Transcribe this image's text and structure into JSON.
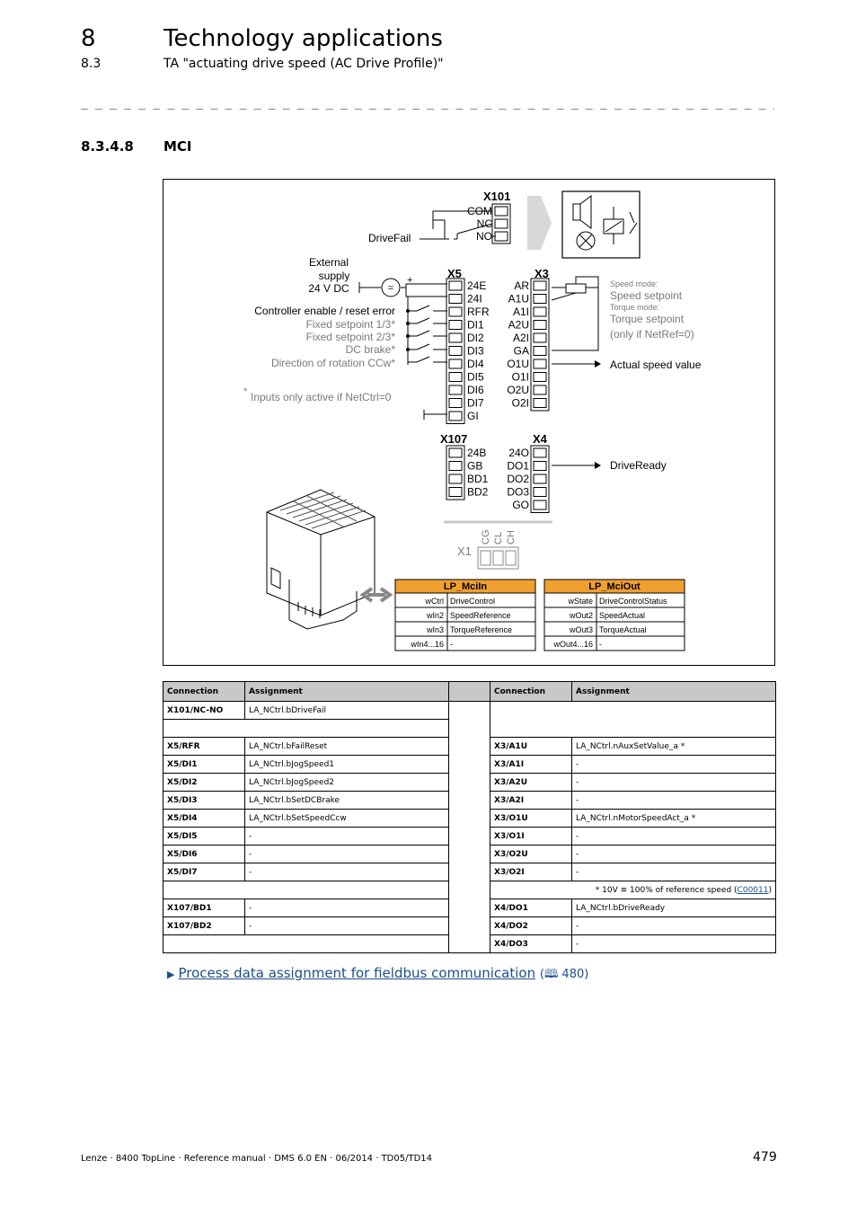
{
  "header": {
    "chapter_number": "8",
    "chapter_title": "Technology applications",
    "section_number": "8.3",
    "section_title": "TA \"actuating drive speed (AC Drive Profile)\"",
    "separator": "_ _ _ _ _ _ _ _ _ _ _ _ _ _ _ _ _ _ _ _ _ _ _ _ _ _ _ _ _ _ _ _ _ _ _ _ _ _ _ _ _ _ _ _ _ _ _ _ _ _ _ _ _ _ _ _ _ _ _ _ _ _ _ _"
  },
  "subsection": {
    "number": "8.3.4.8",
    "title": "MCI"
  },
  "diagram": {
    "x101": {
      "title": "X101",
      "pins": [
        "COM",
        "NC",
        "NO"
      ],
      "signal": "DriveFail"
    },
    "supply": {
      "line1": "External",
      "line2": "supply",
      "line3": "24 V DC",
      "symbol": "=",
      "plus": "+"
    },
    "x5": {
      "title": "X5",
      "pins": [
        "24E",
        "24I",
        "RFR",
        "DI1",
        "DI2",
        "DI3",
        "DI4",
        "DI5",
        "DI6",
        "DI7",
        "GI"
      ]
    },
    "x3": {
      "title": "X3",
      "pins": [
        "AR",
        "A1U",
        "A1I",
        "A2U",
        "A2I",
        "GA",
        "O1U",
        "O1I",
        "O2U",
        "O2I"
      ]
    },
    "inputs": {
      "rfr": "Controller enable / reset error",
      "di1": "Fixed setpoint 1/3*",
      "di2": "Fixed setpoint 2/3*",
      "di3": "DC brake*",
      "di4": "Direction of rotation CCw*"
    },
    "note_star": "*",
    "note": "Inputs only active if NetCtrl=0",
    "analog": {
      "speed_mode": "Speed mode:",
      "speed_setpoint": "Speed setpoint",
      "torque_mode": "Torque mode:",
      "torque_setpoint": "Torque setpoint",
      "torque_note": "(only if NetRef=0)",
      "actual": "Actual speed value"
    },
    "x107": {
      "title": "X107",
      "pins": [
        "24B",
        "GB",
        "BD1",
        "BD2"
      ]
    },
    "x4": {
      "title": "X4",
      "pins": [
        "24O",
        "DO1",
        "DO2",
        "DO3",
        "GO"
      ],
      "signal": "DriveReady"
    },
    "x1": {
      "title": "X1",
      "pins": [
        "CG",
        "CL",
        "CH"
      ]
    },
    "lp_in": {
      "title": "LP_MciIn",
      "rows": [
        [
          "wCtrl",
          "DriveControl"
        ],
        [
          "wIn2",
          "SpeedReference"
        ],
        [
          "wIn3",
          "TorqueReference"
        ],
        [
          "wIn4...16",
          "-"
        ]
      ]
    },
    "lp_out": {
      "title": "LP_MciOut",
      "rows": [
        [
          "wState",
          "DriveControlStatus"
        ],
        [
          "wOut2",
          "SpeedActual"
        ],
        [
          "wOut3",
          "TorqueActual"
        ],
        [
          "wOut4...16",
          "-"
        ]
      ]
    }
  },
  "table": {
    "headers": [
      "Connection",
      "Assignment",
      "Connection",
      "Assignment"
    ],
    "left": [
      [
        "X101/NC-NO",
        "LA_NCtrl.bDriveFail"
      ],
      [
        "",
        ""
      ],
      [
        "X5/RFR",
        "LA_NCtrl.bFailReset"
      ],
      [
        "X5/DI1",
        "LA_NCtrl.bJogSpeed1"
      ],
      [
        "X5/DI2",
        "LA_NCtrl.bJogSpeed2"
      ],
      [
        "X5/DI3",
        "LA_NCtrl.bSetDCBrake"
      ],
      [
        "X5/DI4",
        "LA_NCtrl.bSetSpeedCcw"
      ],
      [
        "X5/DI5",
        "-"
      ],
      [
        "X5/DI6",
        "-"
      ],
      [
        "X5/DI7",
        "-"
      ],
      [
        "",
        ""
      ],
      [
        "X107/BD1",
        "-"
      ],
      [
        "X107/BD2",
        "-"
      ],
      [
        "",
        ""
      ]
    ],
    "right": [
      [
        "X3/A1U",
        "LA_NCtrl.nAuxSetValue_a *"
      ],
      [
        "X3/A1I",
        "-"
      ],
      [
        "X3/A2U",
        "-"
      ],
      [
        "X3/A2I",
        "-"
      ],
      [
        "X3/O1U",
        "LA_NCtrl.nMotorSpeedAct_a *"
      ],
      [
        "X3/O1I",
        "-"
      ],
      [
        "X3/O2U",
        "-"
      ],
      [
        "X3/O2I",
        "-"
      ]
    ],
    "note_prefix": "* 10V ≡ 100% of reference speed (",
    "note_link": "C00011",
    "note_suffix": ")",
    "right_bottom": [
      [
        "X4/DO1",
        "LA_NCtrl.bDriveReady"
      ],
      [
        "X4/DO2",
        "-"
      ],
      [
        "X4/DO3",
        "-"
      ]
    ]
  },
  "link": {
    "arrow": "▶",
    "text": "Process data assignment for fieldbus communication",
    "page_prefix": "(",
    "book": "🕮",
    "page": "480",
    "page_suffix": ")"
  },
  "footer": {
    "text": "Lenze · 8400 TopLine · Reference manual · DMS 6.0 EN · 06/2014 · TD05/TD14",
    "page_number": "479"
  }
}
